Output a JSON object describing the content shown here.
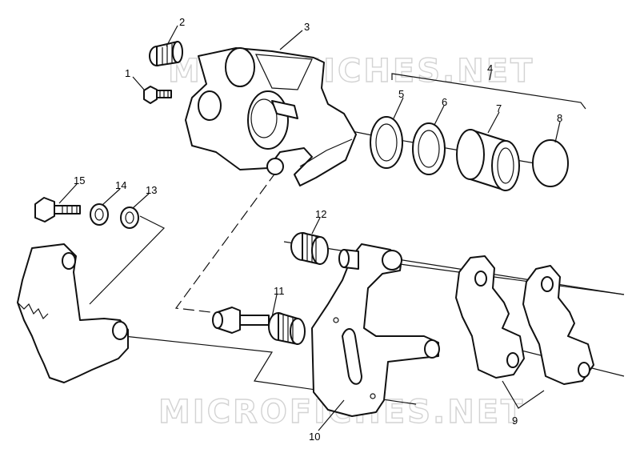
{
  "watermark": {
    "text": "MICROFICHES.NET",
    "color": "#d3d3d3"
  },
  "callouts": [
    "1",
    "2",
    "3",
    "4",
    "5",
    "6",
    "7",
    "8",
    "9",
    "10",
    "11",
    "12",
    "13",
    "14",
    "15"
  ],
  "colors": {
    "line": "#111111",
    "background": "#ffffff"
  }
}
